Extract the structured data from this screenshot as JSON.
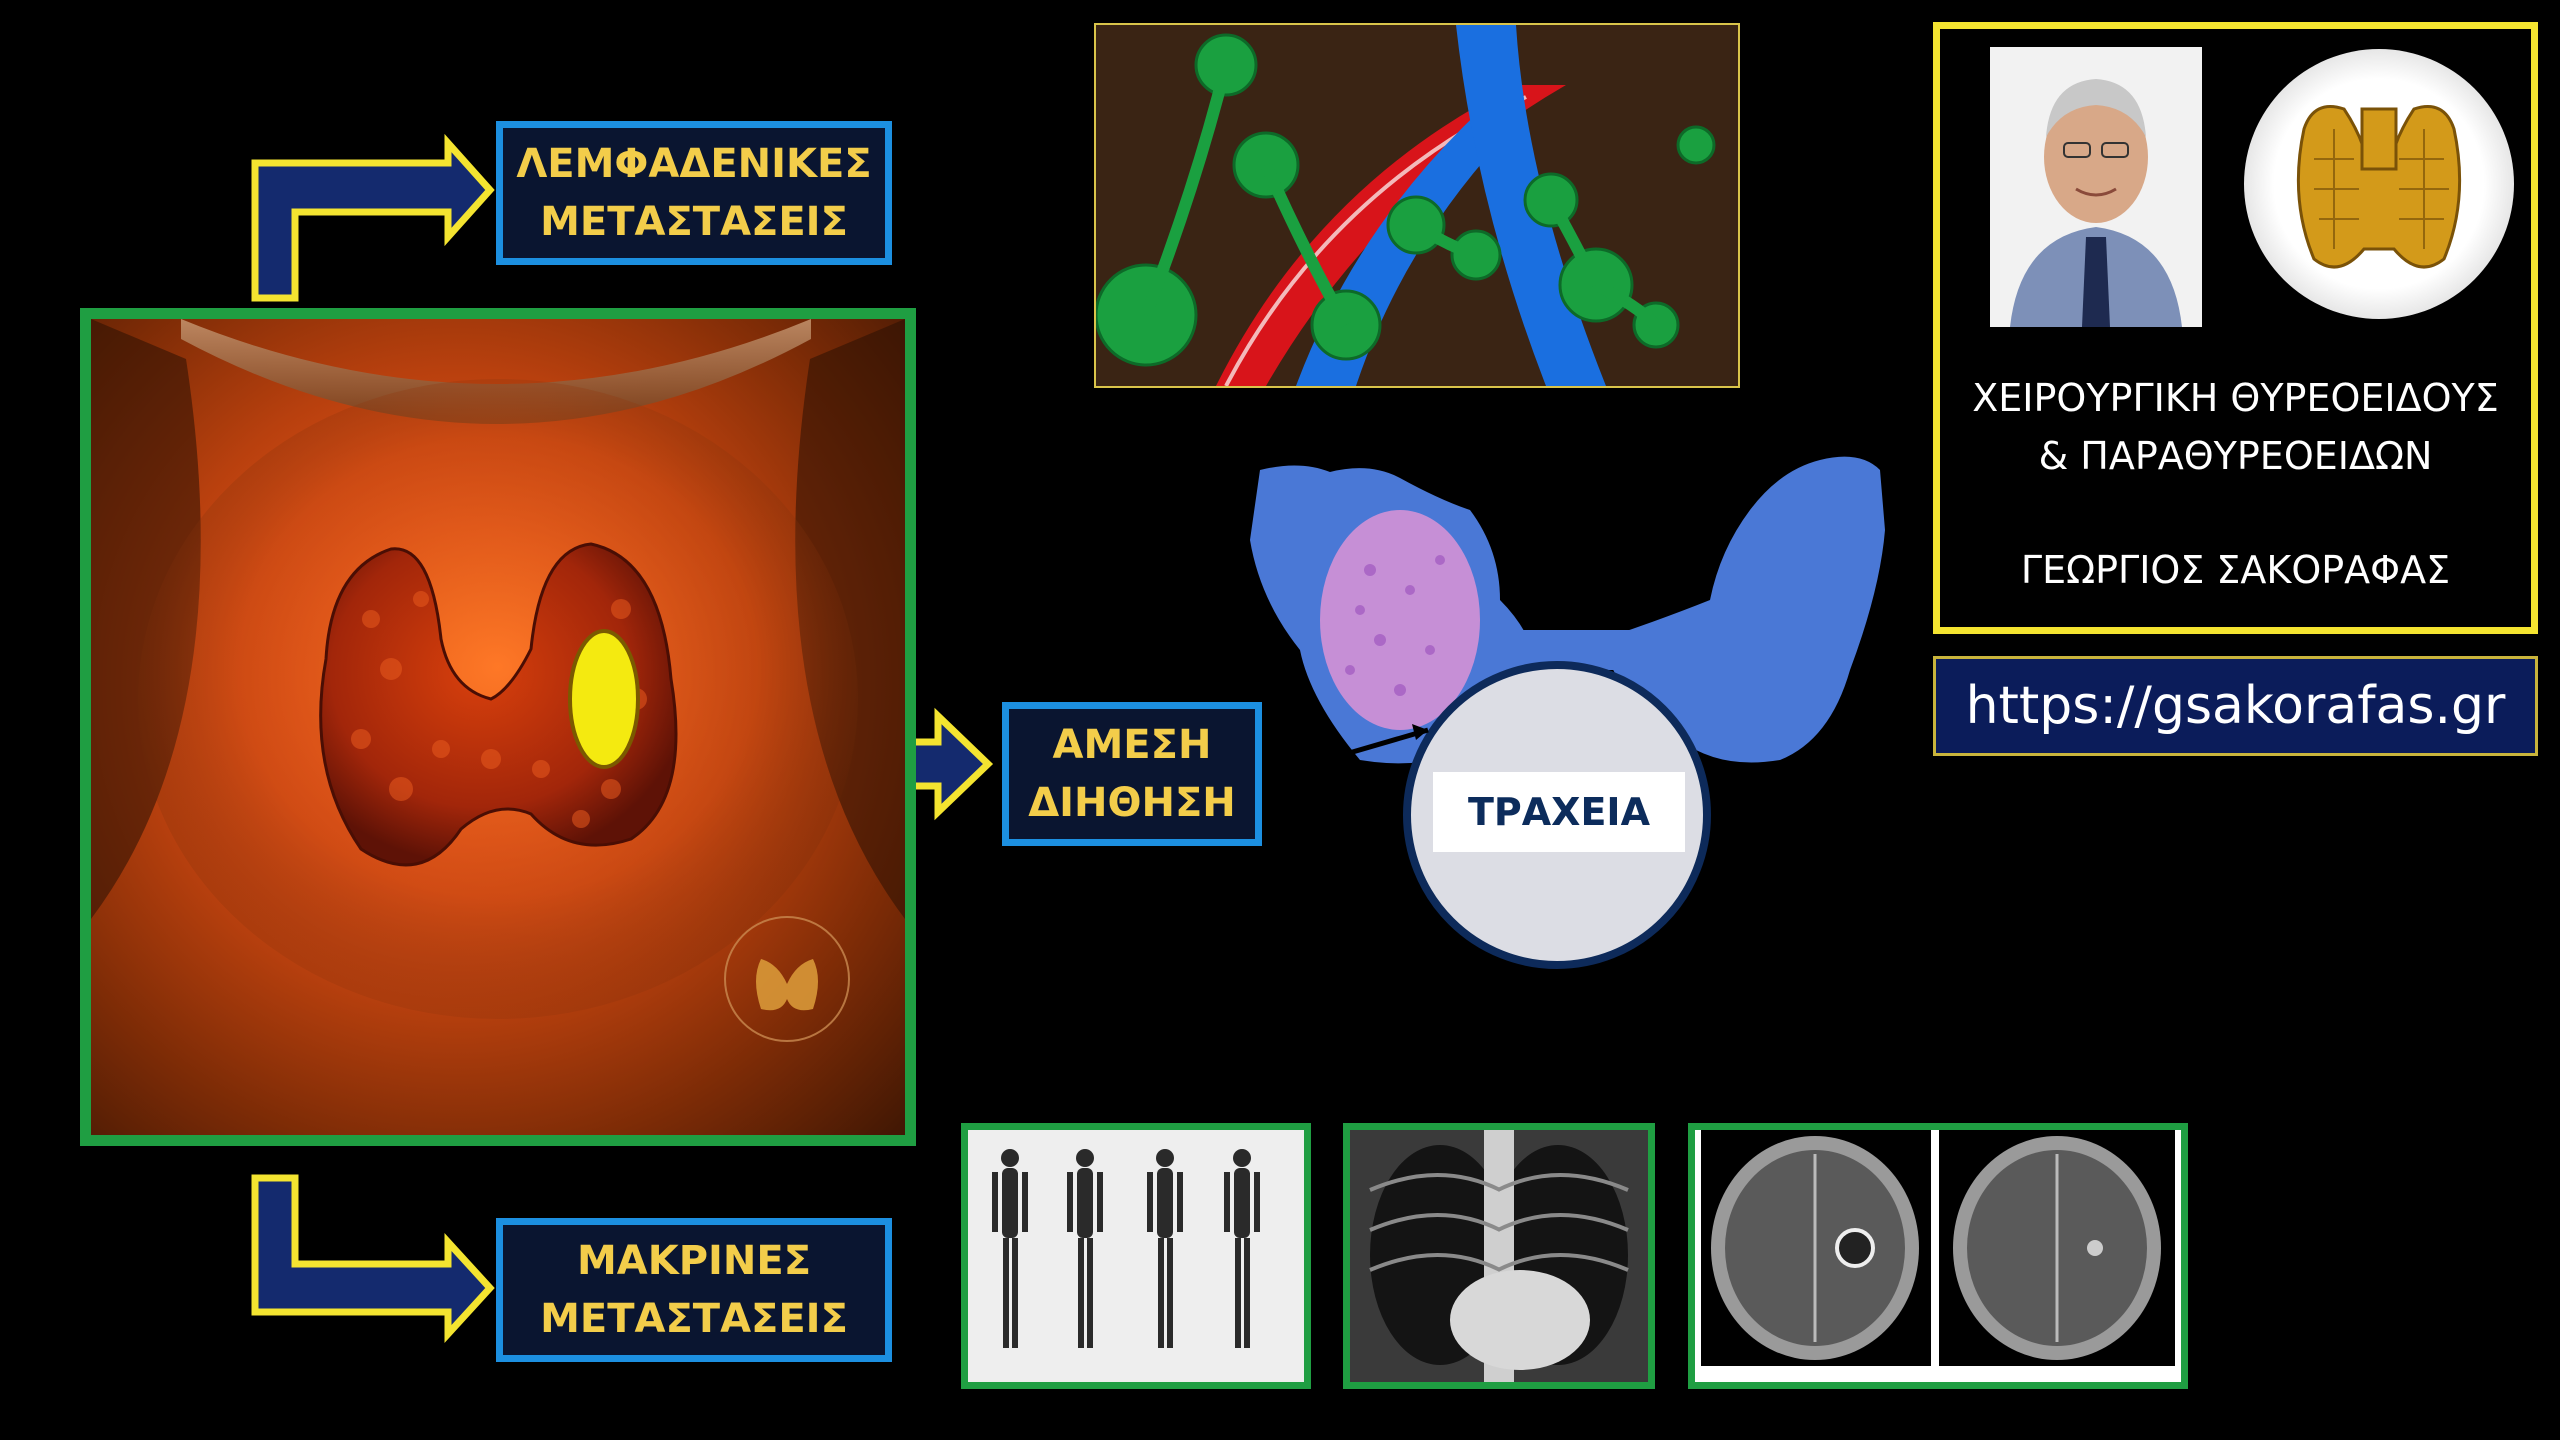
{
  "labels": {
    "lymph_line1": "ΛΕΜΦΑΔΕΝΙΚΕΣ",
    "lymph_line2": "ΜΕΤΑΣΤΑΣΕΙΣ",
    "direct_line1": "ΑΜΕΣΗ",
    "direct_line2": "ΔΙΗΘΗΣΗ",
    "distant_line1": "ΜΑΚΡΙΝΕΣ",
    "distant_line2": "ΜΕΤΑΣΤΑΣΕΙΣ",
    "trachea": "ΤΡΑΧΕΙΑ"
  },
  "author": {
    "line1": "ΧΕΙΡΟΥΡΓΙΚΗ ΘΥΡΕΟΕΙΔΟΥΣ",
    "line2": "& ΠΑΡΑΘΥΡΕΟΕΙΔΩΝ",
    "name": "ΓΕΩΡΓΙΟΣ ΣΑΚΟΡΑΦΑΣ"
  },
  "url": "https://gsakorafas.gr",
  "colors": {
    "label_text": "#f3cd4a",
    "label_border": "#1c8fe0",
    "frame_green": "#1f9e42",
    "arrow_yellow": "#f4e430",
    "arrow_fill": "#142a6e",
    "author_border": "#f4e430",
    "url_background": "#0b1c5a"
  }
}
